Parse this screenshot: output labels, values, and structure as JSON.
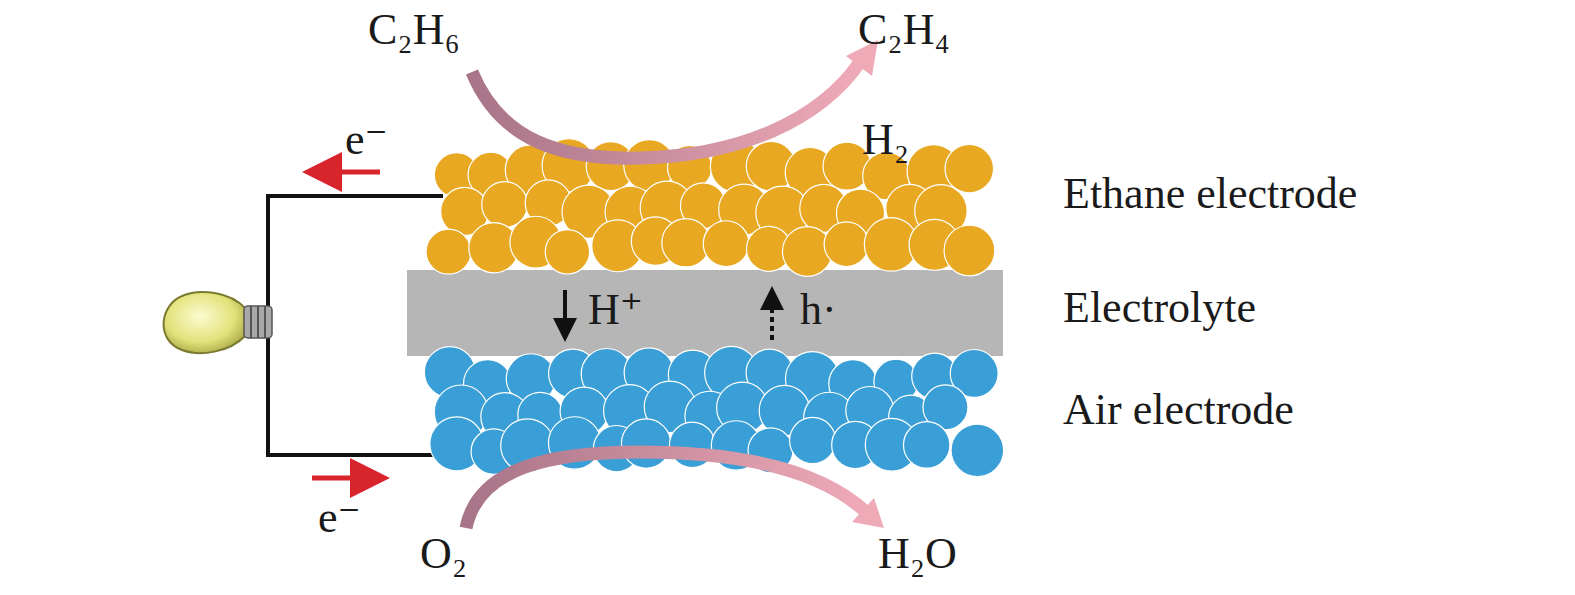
{
  "diagram": {
    "nodes": [
      {
        "text": [
          "Ethane electrode"
        ]
      },
      {
        "text": [
          "Electrolyte"
        ]
      },
      {
        "text": [
          "Air electrode"
        ]
      }
    ],
    "labels": [
      "C₂H₆",
      "C₂H₄",
      "H₂",
      "e⁻",
      "H⁺",
      "h·",
      "e⁻",
      "O₂",
      "H₂O"
    ]
  }
}
